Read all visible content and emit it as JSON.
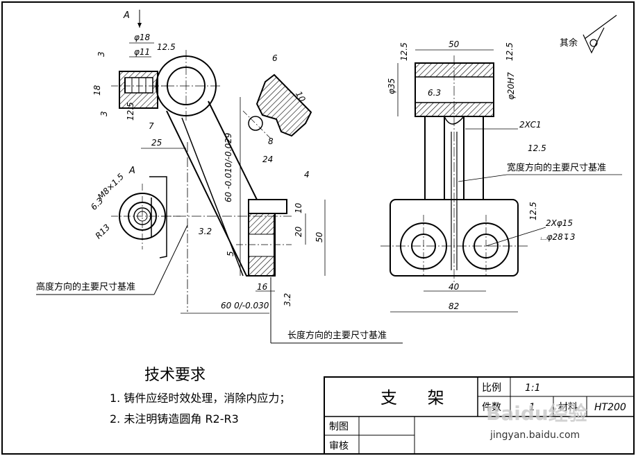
{
  "views": {
    "view_a_arrow": "A",
    "view_a_label": "A",
    "other_surfaces_label": "其余"
  },
  "dimensions": {
    "d_phi18": "φ18",
    "d_phi11": "φ11",
    "d_ra_top": "12.5",
    "d_3_top": "3",
    "d_18_left": "18",
    "d_3_left": "3",
    "d_ra_left": "12.5",
    "d_7": "7",
    "d_25": "25",
    "d_6": "6",
    "d_10_rib": "10",
    "d_8": "8",
    "d_60_tol": "60 -0.010/-0.029",
    "d_24": "24",
    "d_4": "4",
    "d_10_r": "10",
    "d_20": "20",
    "d_50_r": "50",
    "d_5": "5",
    "d_16": "16",
    "d_60_bottom": "60 0/-0.030",
    "d_ra32_bottom": "3.2",
    "d_ra32_mid": "3.2",
    "d_m8": "M8×1.5",
    "d_63_a": "6.3",
    "d_r13": "R13",
    "s_50": "50",
    "s_ra_top_l": "12.5",
    "s_ra_top_r": "12.5",
    "s_phi35": "φ35",
    "s_63": "6.3",
    "s_phi20": "φ20H7",
    "s_2xc1": "2XC1",
    "s_ra125": "12.5",
    "s_ra_hole": "12.5",
    "s_2xphi15": "2Xφ15",
    "s_cbore": "⌴φ28↧3",
    "s_40": "40",
    "s_82": "82"
  },
  "annotations": {
    "height_datum": "高度方向的主要尺寸基准",
    "width_datum": "宽度方向的主要尺寸基准",
    "length_datum": "长度方向的主要尺寸基准"
  },
  "requirements": {
    "title": "技术要求",
    "items": [
      "1. 铸件应经时效处理，消除内应力；",
      "2. 未注明铸造圆角 R2-R3"
    ]
  },
  "title_block": {
    "part_name": "支 架",
    "scale_label": "比例",
    "scale_value": "1:1",
    "quantity_label": "件数",
    "quantity_value": "1",
    "material_label": "材料",
    "material_value": "HT200",
    "drawn_label": "制图",
    "checked_label": "审核"
  },
  "watermark": {
    "line1": "Baidu经验",
    "line2": "jingyan.baidu.com"
  }
}
